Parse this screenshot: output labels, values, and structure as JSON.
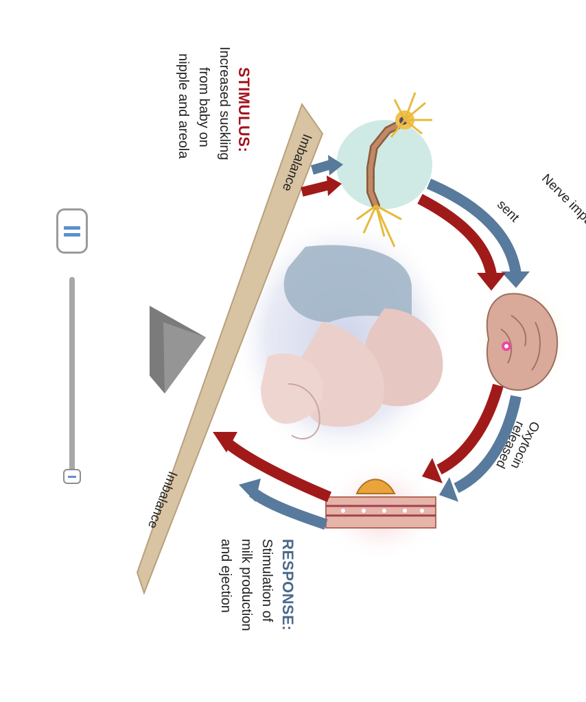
{
  "stimulus": {
    "heading": "STIMULUS:",
    "lines": [
      "Increased suckling",
      "from baby on",
      "nipple and areola"
    ]
  },
  "response": {
    "heading": "RESPONSE:",
    "lines": [
      "Stimulation of",
      "milk production",
      "and ejection"
    ]
  },
  "labels": {
    "imbalance_top": "Imbalance",
    "imbalance_bottom": "Imbalance",
    "nerve_line1": "Nerve impulses",
    "nerve_line2": "sent",
    "oxytocin_line1": "Oxytocin",
    "oxytocin_line2": "released"
  },
  "colors": {
    "stimulus": "#a3131c",
    "response": "#4a6a8c",
    "red_arrow": "#a11a1a",
    "blue_arrow": "#587a9c",
    "beam": "#d8c3a2",
    "fulcrum": "#7d7d7d"
  },
  "icons": {
    "neuron": "neuron-icon",
    "brain": "brain-icon",
    "breast": "mammary-gland-icon",
    "mother_baby": "mother-baby-illustration",
    "slider_grip": "slider-grip-icon"
  }
}
